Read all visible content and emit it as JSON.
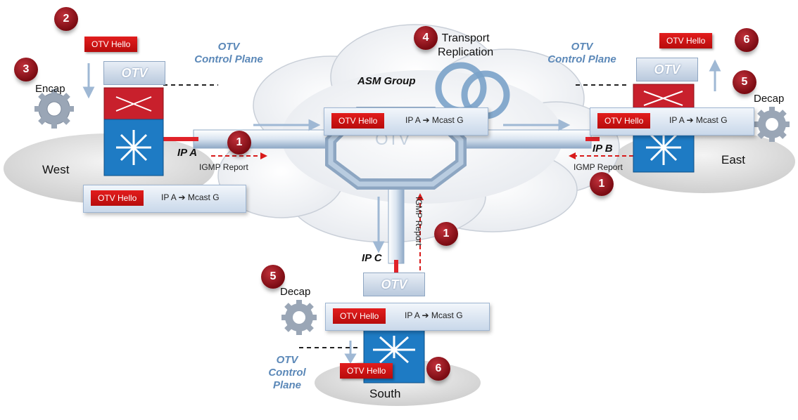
{
  "sites": {
    "west": "West",
    "east": "East",
    "south": "South"
  },
  "core": {
    "label": "OTV",
    "asm_group": "ASM Group",
    "transport_replication": "Transport\nReplication"
  },
  "device_label": "OTV",
  "control_plane": {
    "west": "OTV\nControl Plane",
    "east": "OTV\nControl Plane",
    "south": "OTV\nControl\nPlane"
  },
  "packet": {
    "hello": "OTV Hello",
    "route": "IP A ➔  Mcast G"
  },
  "interfaces": {
    "west": "IP A",
    "east": "IP B",
    "south": "IP C"
  },
  "igmp": "IGMP Report",
  "actions": {
    "encap": "Encap",
    "decap_east": "Decap",
    "decap_south": "Decap"
  },
  "steps": {
    "s1a": "1",
    "s1b": "1",
    "s1c": "1",
    "s2": "2",
    "s3": "3",
    "s4": "4",
    "s5a": "5",
    "s5b": "5",
    "s6a": "6",
    "s6b": "6"
  },
  "colors": {
    "accent_red": "#c8141c",
    "plane_blue": "#5b88b8",
    "switch_blue": "#1e7bc4"
  }
}
